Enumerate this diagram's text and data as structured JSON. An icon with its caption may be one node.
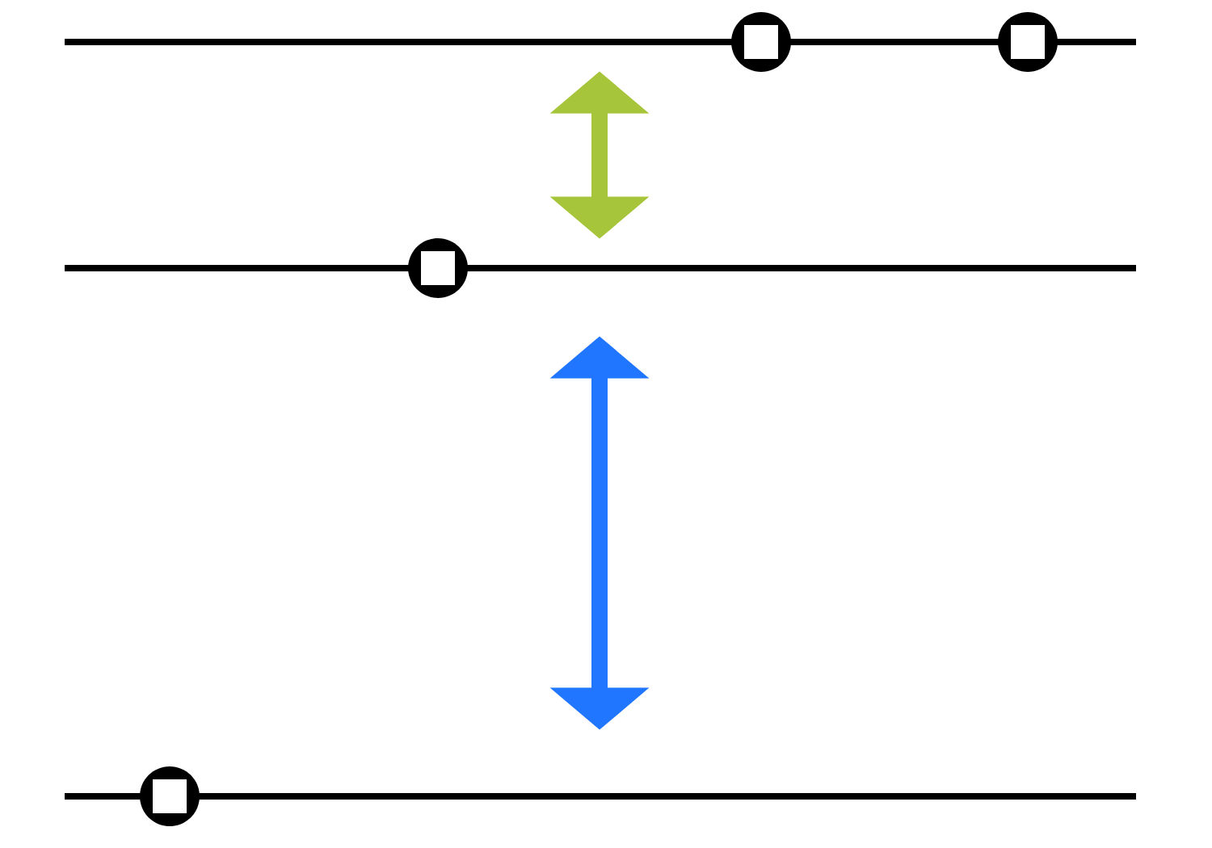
{
  "diagram": {
    "nodes": [
      {
        "text": [],
        "shape": "line"
      },
      {
        "text": [],
        "shape": "line"
      },
      {
        "text": [],
        "shape": "line"
      },
      {
        "text": [],
        "shape": "circle"
      },
      {
        "text": [],
        "shape": "circle"
      },
      {
        "text": [],
        "shape": "circle"
      },
      {
        "text": [],
        "shape": "circle"
      }
    ],
    "edges": [
      {
        "from": 0,
        "to": 1,
        "arrow": "both",
        "color": "#a6c53a"
      },
      {
        "from": 1,
        "to": 2,
        "arrow": "both",
        "color": "#2176ff"
      }
    ]
  }
}
